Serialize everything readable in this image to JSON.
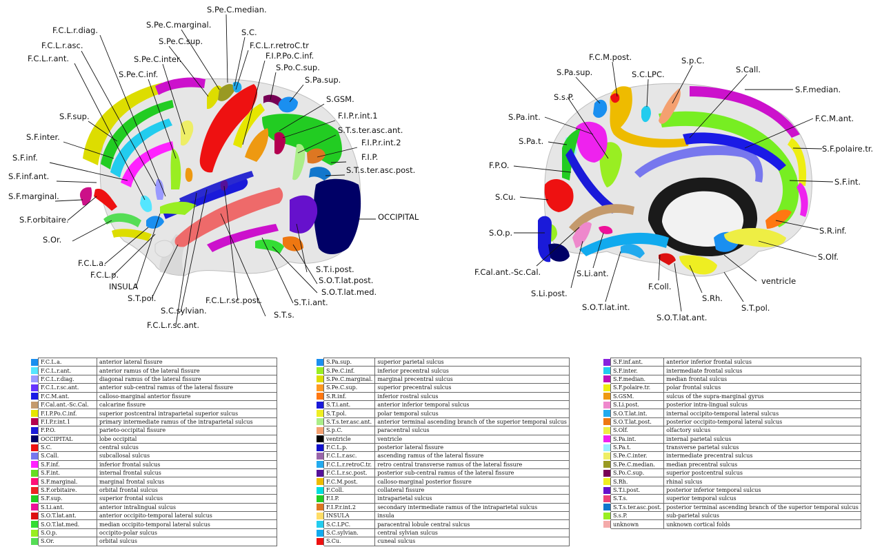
{
  "lateral_labels": [
    "S.Pe.C.median.",
    "S.Pe.C.marginal.",
    "F.C.L.r.diag.",
    "S.C.",
    "S.Pe.C.sup.",
    "F.C.L.r.retroC.tr",
    "F.C.L.r.asc.",
    "F.I.P.Po.C.inf.",
    "F.C.L.r.ant.",
    "S.Pe.C.inter.",
    "S.Po.C.sup.",
    "S.Pe.C.inf.",
    "S.Pa.sup.",
    "S.GSM.",
    "S.F.sup.",
    "F.I.P.r.int.1",
    "S.T.s.ter.asc.ant.",
    "S.F.inter.",
    "F.I.P.r.int.2",
    "S.F.inf.",
    "F.I.P.",
    "S.T.s.ter.asc.post.",
    "S.F.inf.ant.",
    "S.F.marginal.",
    "OCCIPITAL",
    "S.F.orbitaire.",
    "S.Or.",
    "F.C.L.a.",
    "S.T.i.post.",
    "F.C.L.p.",
    "S.O.T.lat.post.",
    "INSULA",
    "S.O.T.lat.med.",
    "S.T.pol.",
    "F.C.L.r.sc.post.",
    "S.T.i.ant.",
    "S.C.sylvian.",
    "S.T.s.",
    "F.C.L.r.sc.ant."
  ],
  "medial_labels": [
    "F.C.M.post.",
    "S.p.C.",
    "S.Pa.sup.",
    "S.C.LPC.",
    "S.Call.",
    "S.s.P.",
    "S.F.median.",
    "S.Pa.int.",
    "F.C.M.ant.",
    "S.Pa.t.",
    "S.F.polaire.tr.",
    "F.P.O.",
    "S.F.int.",
    "S.Cu.",
    "S.R.inf.",
    "S.O.p.",
    "S.Olf.",
    "ventricle",
    "F.Cal.ant.-Sc.Cal.",
    "S.Li.ant.",
    "F.Coll.",
    "S.Li.post.",
    "S.Rh.",
    "S.T.pol.",
    "S.O.T.lat.int.",
    "S.O.T.lat.ant."
  ],
  "legend_columns": [
    [
      {
        "abbr": "F.C.L.a.",
        "desc": "anterior lateral fissure",
        "color": "#1a8ff0"
      },
      {
        "abbr": "F.C.L.r.ant.",
        "desc": "anterior ramus of the lateral fissure",
        "color": "#55e6ff"
      },
      {
        "abbr": "F.C.L.r.diag.",
        "desc": "diagonal ramus of the lateral fissure",
        "color": "#9a9aff"
      },
      {
        "abbr": "F.C.L.r.sc.ant.",
        "desc": "anterior sub-central ramus of the lateral fissure",
        "color": "#6633ff"
      },
      {
        "abbr": "F.C.M.ant.",
        "desc": "calloso-marginal anterior fissure",
        "color": "#1a1ae6"
      },
      {
        "abbr": "F.Cal.ant.-Sc.Cal.",
        "desc": "calcarine fissure",
        "color": "#c49a6c"
      },
      {
        "abbr": "F.I.P.Po.C.inf.",
        "desc": "superior postcentral intraparietal superior sulcus",
        "color": "#e6e600"
      },
      {
        "abbr": "F.I.P.r.int.1",
        "desc": "primary intermediate ramus of the intraparietal sulcus",
        "color": "#b4004f"
      },
      {
        "abbr": "F.P.O.",
        "desc": "parieto-occipital fissure",
        "color": "#1a1ad9"
      },
      {
        "abbr": "OCCIPITAL",
        "desc": "lobe occipital",
        "color": "#000066"
      },
      {
        "abbr": "S.C.",
        "desc": "central sulcus",
        "color": "#ee1111"
      },
      {
        "abbr": "S.Call.",
        "desc": "subcallosal sulcus",
        "color": "#7777ee"
      },
      {
        "abbr": "S.F.inf.",
        "desc": "inferior frontal sulcus",
        "color": "#ff22ff"
      },
      {
        "abbr": "S.F.int.",
        "desc": "internal frontal sulcus",
        "color": "#66dd22"
      },
      {
        "abbr": "S.F.marginal.",
        "desc": "marginal frontal sulcus",
        "color": "#ff1177"
      },
      {
        "abbr": "S.F.orbitaire.",
        "desc": "orbital frontal sulcus",
        "color": "#ee2222"
      },
      {
        "abbr": "S.F.sup.",
        "desc": "superior frontal sulcus",
        "color": "#22cc22"
      },
      {
        "abbr": "S.Li.ant.",
        "desc": "anterior intralingual sulcus",
        "color": "#ee1199"
      },
      {
        "abbr": "S.O.T.lat.ant.",
        "desc": "anterior occipito-temporal lateral sulcus",
        "color": "#dd1111"
      },
      {
        "abbr": "S.O.T.lat.med.",
        "desc": "median occipito-temporal lateral sulcus",
        "color": "#33dd33"
      },
      {
        "abbr": "S.O.p.",
        "desc": "occipito-polar sulcus",
        "color": "#99ee22"
      },
      {
        "abbr": "S.Or.",
        "desc": "orbital sulcus",
        "color": "#55dd55"
      }
    ],
    [
      {
        "abbr": "S.Pa.sup.",
        "desc": "superior parietal sulcus",
        "color": "#1a8ff0"
      },
      {
        "abbr": "S.Pe.C.inf.",
        "desc": "inferior precentral sulcus",
        "color": "#99ee22"
      },
      {
        "abbr": "S.Pe.C.marginal.",
        "desc": "marginal precentral sulcus",
        "color": "#dddd00"
      },
      {
        "abbr": "S.Pe.C.sup.",
        "desc": "superior precentral sulcus",
        "color": "#ff9922"
      },
      {
        "abbr": "S.R.inf.",
        "desc": "inferior rostral sulcus",
        "color": "#ff7711"
      },
      {
        "abbr": "S.T.i.ant.",
        "desc": "anterior inferior temporal sulcus",
        "color": "#1a1ad9"
      },
      {
        "abbr": "S.T.pol.",
        "desc": "polar temporal sulcus",
        "color": "#eeee22"
      },
      {
        "abbr": "S.T.s.ter.asc.ant.",
        "desc": "anterior terminal ascending branch of the superior temporal sulcus",
        "color": "#aaee88"
      },
      {
        "abbr": "S.p.C.",
        "desc": "paracentral sulcus",
        "color": "#f4a070"
      },
      {
        "abbr": "ventricle",
        "desc": "ventricle",
        "color": "#000000"
      },
      {
        "abbr": "F.C.L.p.",
        "desc": "posterior lateral fissure",
        "color": "#1111cc"
      },
      {
        "abbr": "F.C.L.r.asc.",
        "desc": "ascending ramus of the lateral fissure",
        "color": "#9966aa"
      },
      {
        "abbr": "F.C.L.r.retroC.tr.",
        "desc": "retro central transverse ramus of the lateral fissure",
        "color": "#22aaee"
      },
      {
        "abbr": "F.C.L.r.sc.post.",
        "desc": "posterior sub-central ramus of the lateral fissure",
        "color": "#551199"
      },
      {
        "abbr": "F.C.M.post.",
        "desc": "calloso-marginal posterior fissure",
        "color": "#eebb00"
      },
      {
        "abbr": "F.Coll.",
        "desc": "collateral fissure",
        "color": "#00dddd"
      },
      {
        "abbr": "F.I.P.",
        "desc": "intraparietal sulcus",
        "color": "#22cc22"
      },
      {
        "abbr": "F.I.P.r.int.2",
        "desc": "secondary intermediate ramus of the intraparietal sulcus",
        "color": "#dd7722"
      },
      {
        "abbr": "INSULA",
        "desc": "insula",
        "color": "#ffdd66"
      },
      {
        "abbr": "S.C.LPC.",
        "desc": "paracentral lobule central sulcus",
        "color": "#22ccee"
      },
      {
        "abbr": "S.C.sylvian.",
        "desc": "central sylvian sulcus",
        "color": "#11aaee"
      },
      {
        "abbr": "S.Cu.",
        "desc": "cuneal sulcus",
        "color": "#ee1111"
      }
    ],
    [
      {
        "abbr": "S.F.inf.ant.",
        "desc": "anterior inferior frontal sulcus",
        "color": "#8822dd"
      },
      {
        "abbr": "S.F.inter.",
        "desc": "intermediate frontal sulcus",
        "color": "#22ccee"
      },
      {
        "abbr": "S.F.median.",
        "desc": "median frontal sulcus",
        "color": "#bb11bb"
      },
      {
        "abbr": "S.F.polaire.tr.",
        "desc": "polar frontal sulcus",
        "color": "#eeee11"
      },
      {
        "abbr": "S.GSM.",
        "desc": "sulcus of the supra-marginal gyrus",
        "color": "#ee9911"
      },
      {
        "abbr": "S.Li.post.",
        "desc": "posterior intra-lingual sulcus",
        "color": "#ee88cc"
      },
      {
        "abbr": "S.O.T.lat.int.",
        "desc": "internal occipito-temporal lateral sulcus",
        "color": "#22aaee"
      },
      {
        "abbr": "S.O.T.lat.post.",
        "desc": "posterior occipito-temporal lateral sulcus",
        "color": "#ee7711"
      },
      {
        "abbr": "S.Olf.",
        "desc": "olfactory sulcus",
        "color": "#eeee44"
      },
      {
        "abbr": "S.Pa.int.",
        "desc": "internal parietal sulcus",
        "color": "#ee22ee"
      },
      {
        "abbr": "S.Pa.t.",
        "desc": "transverse parietal sulcus",
        "color": "#99eeff"
      },
      {
        "abbr": "S.Pe.C.inter.",
        "desc": "intermediate precentral sulcus",
        "color": "#eeee66"
      },
      {
        "abbr": "S.Pe.C.median.",
        "desc": "median precentral sulcus",
        "color": "#999922"
      },
      {
        "abbr": "S.Po.C.sup.",
        "desc": "superior postcentral sulcus",
        "color": "#770055"
      },
      {
        "abbr": "S.Rh.",
        "desc": "rhinal sulcus",
        "color": "#eeee22"
      },
      {
        "abbr": "S.T.i.post.",
        "desc": "posterior inferior temporal sulcus",
        "color": "#6611cc"
      },
      {
        "abbr": "S.T.s.",
        "desc": "superior temporal sulcus",
        "color": "#ee4477"
      },
      {
        "abbr": "S.T.s.ter.asc.post.",
        "desc": "posterior terminal ascending branch of the superior temporal sulcus",
        "color": "#1177cc"
      },
      {
        "abbr": "S.s.P.",
        "desc": "sub-parietal sulcus",
        "color": "#99ee22"
      },
      {
        "abbr": "unknown",
        "desc": "unknown cortical folds",
        "color": "#f4aaaa"
      }
    ]
  ]
}
